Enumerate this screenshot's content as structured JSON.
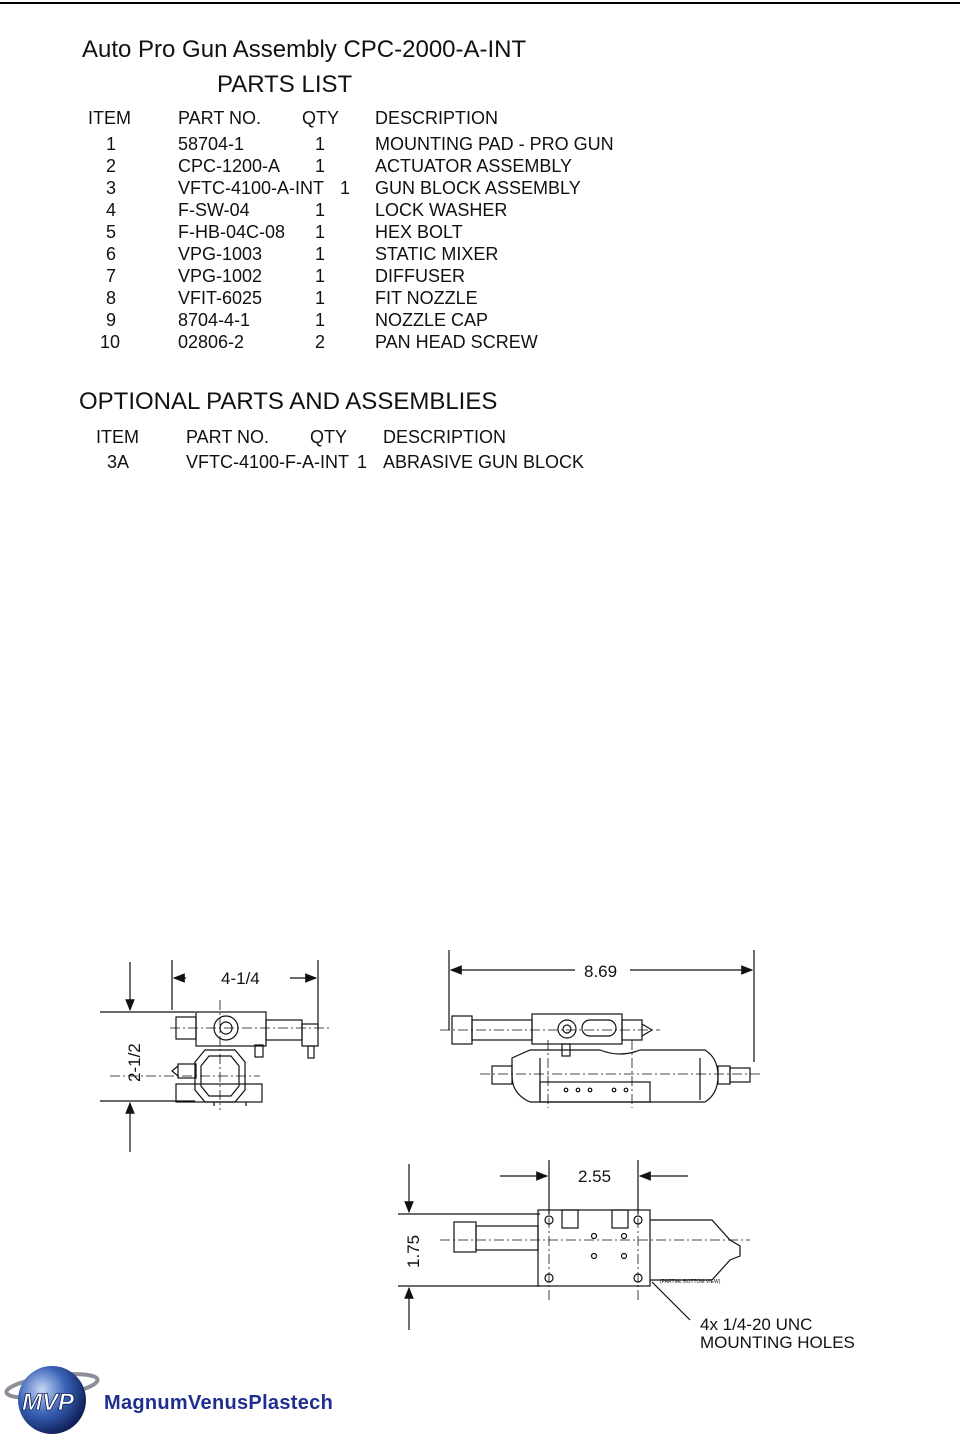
{
  "title": "Auto Pro Gun Assembly   CPC-2000-A-INT",
  "subtitle": "PARTS LIST",
  "parts_list": {
    "headers": {
      "item": "ITEM",
      "part_no": "PART NO.",
      "qty": "QTY",
      "description": "DESCRIPTION"
    },
    "rows": [
      {
        "item": "1",
        "part_no": "58704-1",
        "qty": "1",
        "description": "MOUNTING PAD - PRO GUN"
      },
      {
        "item": "2",
        "part_no": "CPC-1200-A",
        "qty": "1",
        "description": "ACTUATOR ASSEMBLY"
      },
      {
        "item": "3",
        "part_no": "VFTC-4100-A-INT",
        "qty": "1",
        "description": "GUN BLOCK ASSEMBLY"
      },
      {
        "item": "4",
        "part_no": "F-SW-04",
        "qty": "1",
        "description": "LOCK WASHER"
      },
      {
        "item": "5",
        "part_no": "F-HB-04C-08",
        "qty": "1",
        "description": "HEX BOLT"
      },
      {
        "item": "6",
        "part_no": "VPG-1003",
        "qty": "1",
        "description": "STATIC MIXER"
      },
      {
        "item": "7",
        "part_no": "VPG-1002",
        "qty": "1",
        "description": "DIFFUSER"
      },
      {
        "item": "8",
        "part_no": "VFIT-6025",
        "qty": "1",
        "description": "FIT NOZZLE"
      },
      {
        "item": "9",
        "part_no": "8704-4-1",
        "qty": "1",
        "description": "NOZZLE CAP"
      },
      {
        "item": "10",
        "part_no": "02806-2",
        "qty": "2",
        "description": "PAN HEAD SCREW"
      }
    ]
  },
  "optional": {
    "title": "OPTIONAL PARTS AND ASSEMBLIES",
    "headers": {
      "item": "ITEM",
      "part_no": "PART NO.",
      "qty": "QTY",
      "description": "DESCRIPTION"
    },
    "rows": [
      {
        "item": "3A",
        "part_no": "VFTC-4100-F-A-INT",
        "qty": "1",
        "description": "ABRASIVE GUN BLOCK"
      }
    ]
  },
  "drawing": {
    "dim_width_side": "4-1/4",
    "dim_height_side": "2-1/2",
    "dim_length": "8.69",
    "dim_bottom_width": "2.55",
    "dim_bottom_height": "1.75",
    "partial_bottom_view": "(PARTIAL BOTTOM VIEW)",
    "mounting_note_line1": "4x 1/4-20 UNC",
    "mounting_note_line2": "MOUNTING HOLES"
  },
  "logo": {
    "mark": "MVP",
    "text": "MagnumVenusPlastech",
    "colors": {
      "blue": "#1f2f8f",
      "sphere": "#3a63b8"
    }
  }
}
